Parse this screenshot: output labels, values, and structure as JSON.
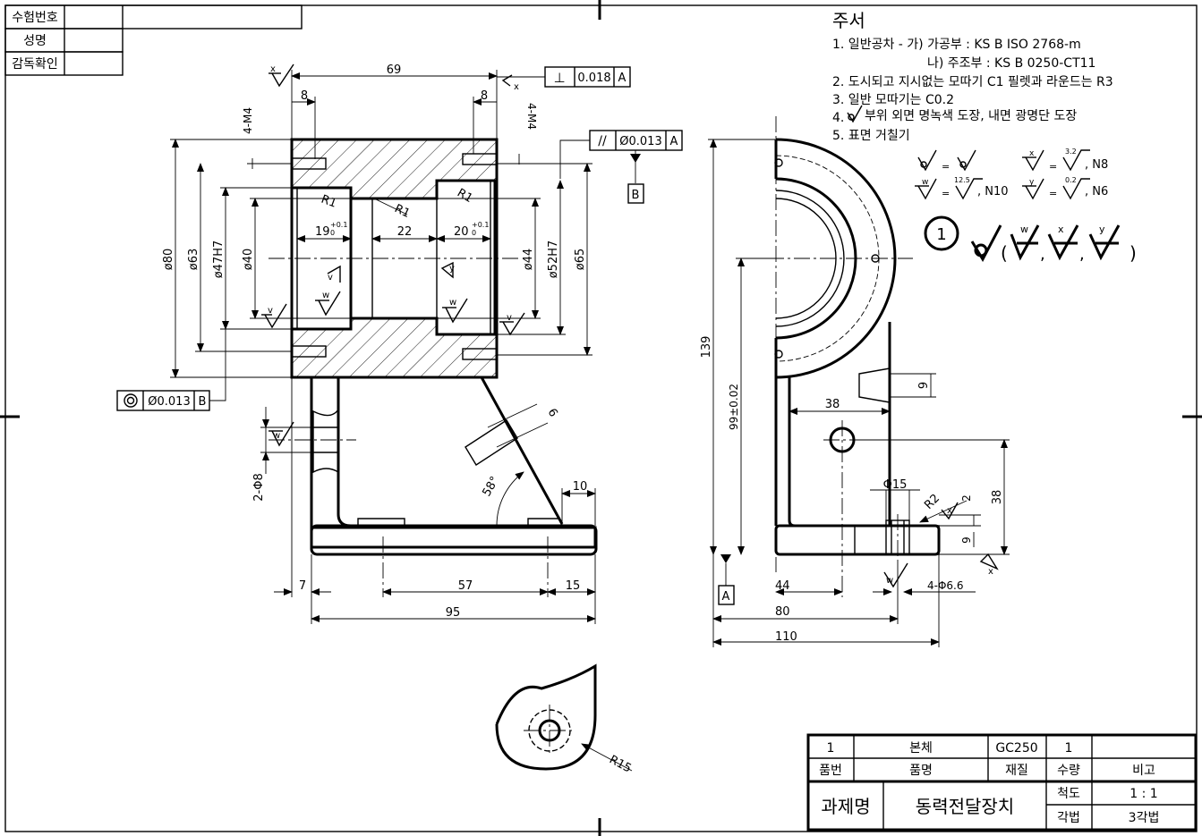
{
  "titlebox": {
    "row1_label": "수험번호",
    "row2_label": "성명",
    "row3_label": "감독확인"
  },
  "notes": {
    "heading": "주서",
    "lines": [
      "1. 일반공차 - 가) 가공부 : KS B ISO 2768-m",
      "나) 주조부 : KS B 0250-CT11",
      "2. 도시되고 지시없는 모따기 C1 필렛과 라운드는 R3",
      "3. 일반 모따기는 C0.2",
      "4.",
      "부위 외면 명녹색 도장, 내면 광명단 도장",
      "5. 표면 거칠기"
    ],
    "roughness_legend": {
      "eq": "=",
      "w_val": "12.5",
      "w_grade": ", N10",
      "x_val": "3.2",
      "x_grade": ", N8",
      "y_val": "0.2",
      "y_grade": ", N6",
      "w": "w",
      "x": "x",
      "y": "y"
    },
    "part_number": "1",
    "summary_paren_open": "(",
    "summary_paren_close": ")",
    "summary_comma": ","
  },
  "front_view": {
    "dim_69": "69",
    "dim_8_left": "8",
    "dim_8_right": "8",
    "dim_4m4_left": "4-M4",
    "dim_4m4_right": "4-M4",
    "gdt_top_symbol": "⊥",
    "gdt_top_value": "0.018",
    "gdt_top_ref": "A",
    "gdt_par_symbol": "//",
    "gdt_par_value": "Ø0.013",
    "gdt_par_ref": "A",
    "datum_b": "B",
    "gdt_conc_value": "Ø0.013",
    "gdt_conc_ref": "B",
    "r1_a": "R1",
    "r1_b": "R1",
    "r1_c": "R1",
    "dim_19": "19",
    "dim_19_tol": "+0.1",
    "dim_19_tol2": "0",
    "dim_22": "22",
    "dim_20": "20",
    "dim_20_tol": "+0.1",
    "dim_20_tol2": "0",
    "dia_80": "ø80",
    "dia_63": "ø63",
    "dia_47": "ø47H7",
    "dia_40": "ø40",
    "dia_44": "ø44",
    "dia_52": "ø52H7",
    "dia_65": "ø65",
    "dim_2phi8": "2-Φ8",
    "dim_6": "6",
    "angle_58": "58°",
    "dim_10": "10",
    "dim_7": "7",
    "dim_57": "57",
    "dim_15": "15",
    "dim_95": "95",
    "rough_v": "v",
    "rough_w": "w",
    "rough_x": "x",
    "rough_y": "y"
  },
  "side_view": {
    "dim_139": "139",
    "dim_99": "99±0.02",
    "dim_38_h": "38",
    "dim_9_top": "9",
    "dim_38_v": "38",
    "dim_phi15": "Φ15",
    "dim_r2": "R2",
    "dim_2": "2",
    "dim_9_bot": "9",
    "dim_44": "44",
    "dim_4phi66": "4-Φ6.6",
    "dim_80": "80",
    "dim_110": "110",
    "datum_a": "A",
    "rough_w": "w",
    "rough_x": "x"
  },
  "detail_view": {
    "dim_r15": "R15"
  },
  "parts_table": {
    "row1": {
      "no": "1",
      "name": "본체",
      "material": "GC250",
      "qty": "1",
      "note": ""
    },
    "header": {
      "no": "품번",
      "name": "품명",
      "material": "재질",
      "qty": "수량",
      "note": "비고"
    },
    "project_label": "과제명",
    "project_name": "동력전달장치",
    "scale_label": "척도",
    "scale_value": "1 : 1",
    "projection_label": "각법",
    "projection_value": "3각법"
  }
}
